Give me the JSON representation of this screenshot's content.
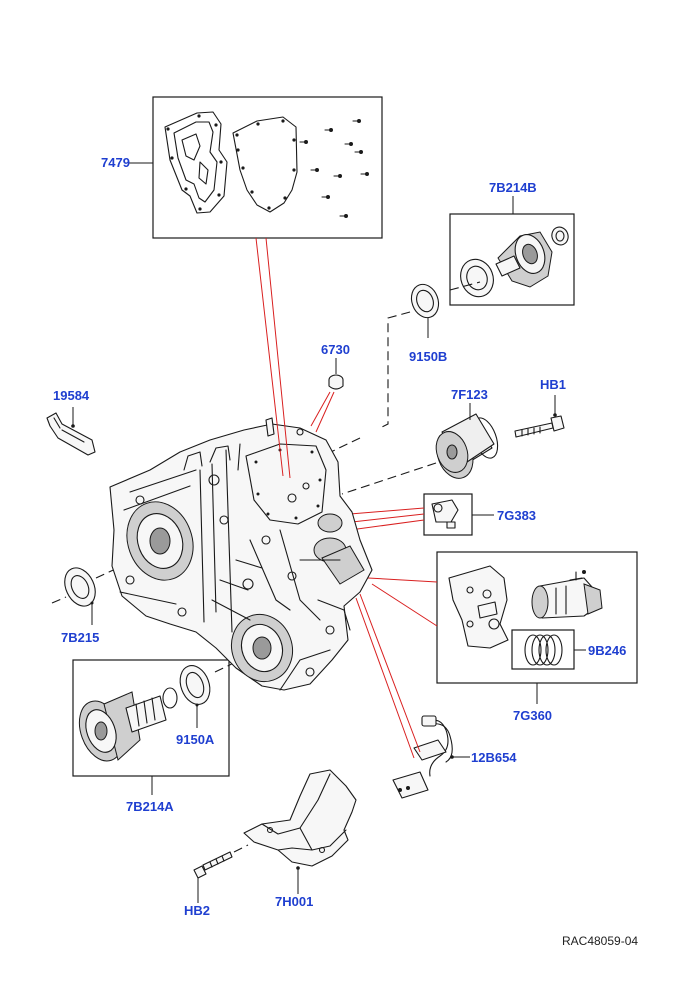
{
  "callout_color": "#1f3fd0",
  "reference": "RAC48059-04",
  "parts": {
    "p7479": "7479",
    "p7B214B": "7B214B",
    "p6730": "6730",
    "p9150B": "9150B",
    "p19584": "19584",
    "p7F123": "7F123",
    "pHB1": "HB1",
    "p7G383": "7G383",
    "p7B215": "7B215",
    "p9B246": "9B246",
    "p7G360": "7G360",
    "p9150A": "9150A",
    "p7B214A": "7B214A",
    "p12B654": "12B654",
    "pHB2": "HB2",
    "p7H001": "7H001"
  }
}
